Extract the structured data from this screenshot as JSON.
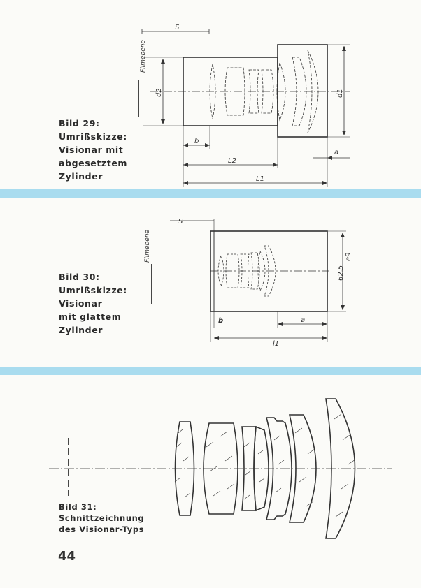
{
  "colors": {
    "band": "#a9dcef",
    "ink": "#2a2a2a"
  },
  "figures": [
    {
      "caption_lines": [
        "Bild 29:",
        "Umrißskizze:",
        "Visionar mit",
        "abgesetztem",
        "Zylinder"
      ],
      "labels": {
        "film_plane": "Filmebene",
        "s": "S",
        "b": "b",
        "a": "a",
        "d1": "d1",
        "d2": "d2",
        "l1": "L1",
        "l2": "L2"
      }
    },
    {
      "caption_lines": [
        "Bild 30:",
        "Umrißskizze:",
        "Visionar",
        "mit glattem",
        "Zylinder"
      ],
      "labels": {
        "film_plane": "Filmebene",
        "s": "S",
        "b": "b",
        "a": "a",
        "l1": "l1",
        "diameter": "62.5",
        "tolerance": "e9"
      }
    },
    {
      "caption_lines": [
        "Bild  31:",
        "Schnittzeichnung",
        "des Visionar-Typs"
      ]
    }
  ],
  "page_number": "44"
}
